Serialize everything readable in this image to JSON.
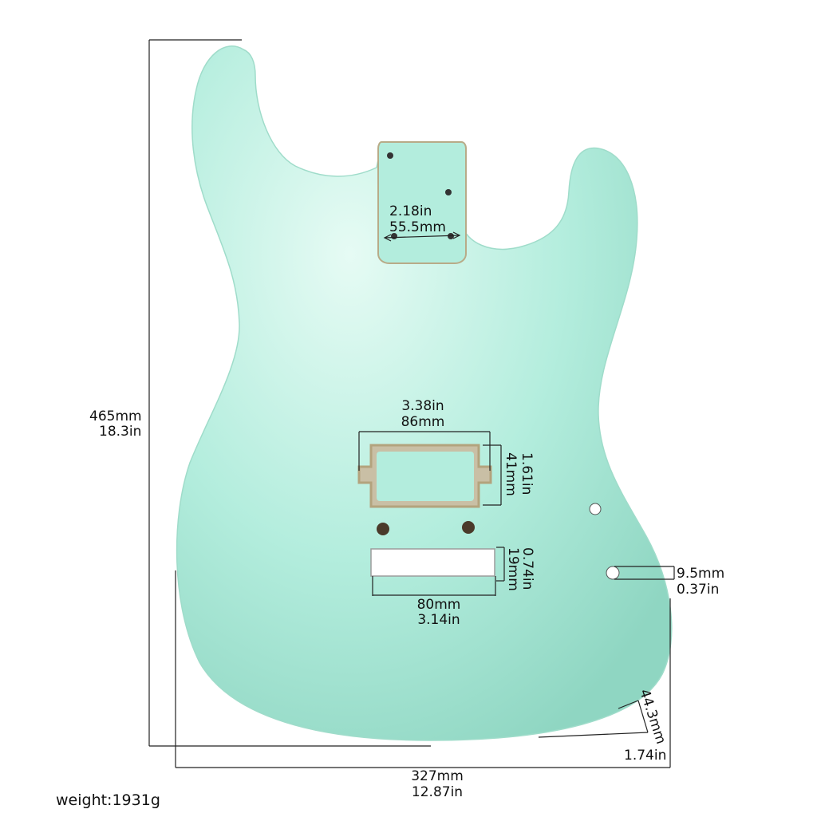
{
  "diagram": {
    "body_color": "#b3eddd",
    "body_highlight": "#e6fbf4",
    "body_shadow": "#8fd6c2",
    "wood_color": "#c9bfa5",
    "labels": {
      "height_mm": "465mm",
      "height_in": "18.3in",
      "neck_in": "2.18in",
      "neck_mm": "55.5mm",
      "pickup_w_in": "3.38in",
      "pickup_w_mm": "86mm",
      "pickup_h_in": "1.61in",
      "pickup_h_mm": "41mm",
      "slot_h_in": "0.74in",
      "slot_h_mm": "19mm",
      "slot_w_mm": "80mm",
      "slot_w_in": "3.14in",
      "jack_mm": "9.5mm",
      "jack_in": "0.37in",
      "thick_mm": "44.3mm",
      "thick_in": "1.74in",
      "width_mm": "327mm",
      "width_in": "12.87in"
    },
    "weight": "weight:1931g"
  }
}
